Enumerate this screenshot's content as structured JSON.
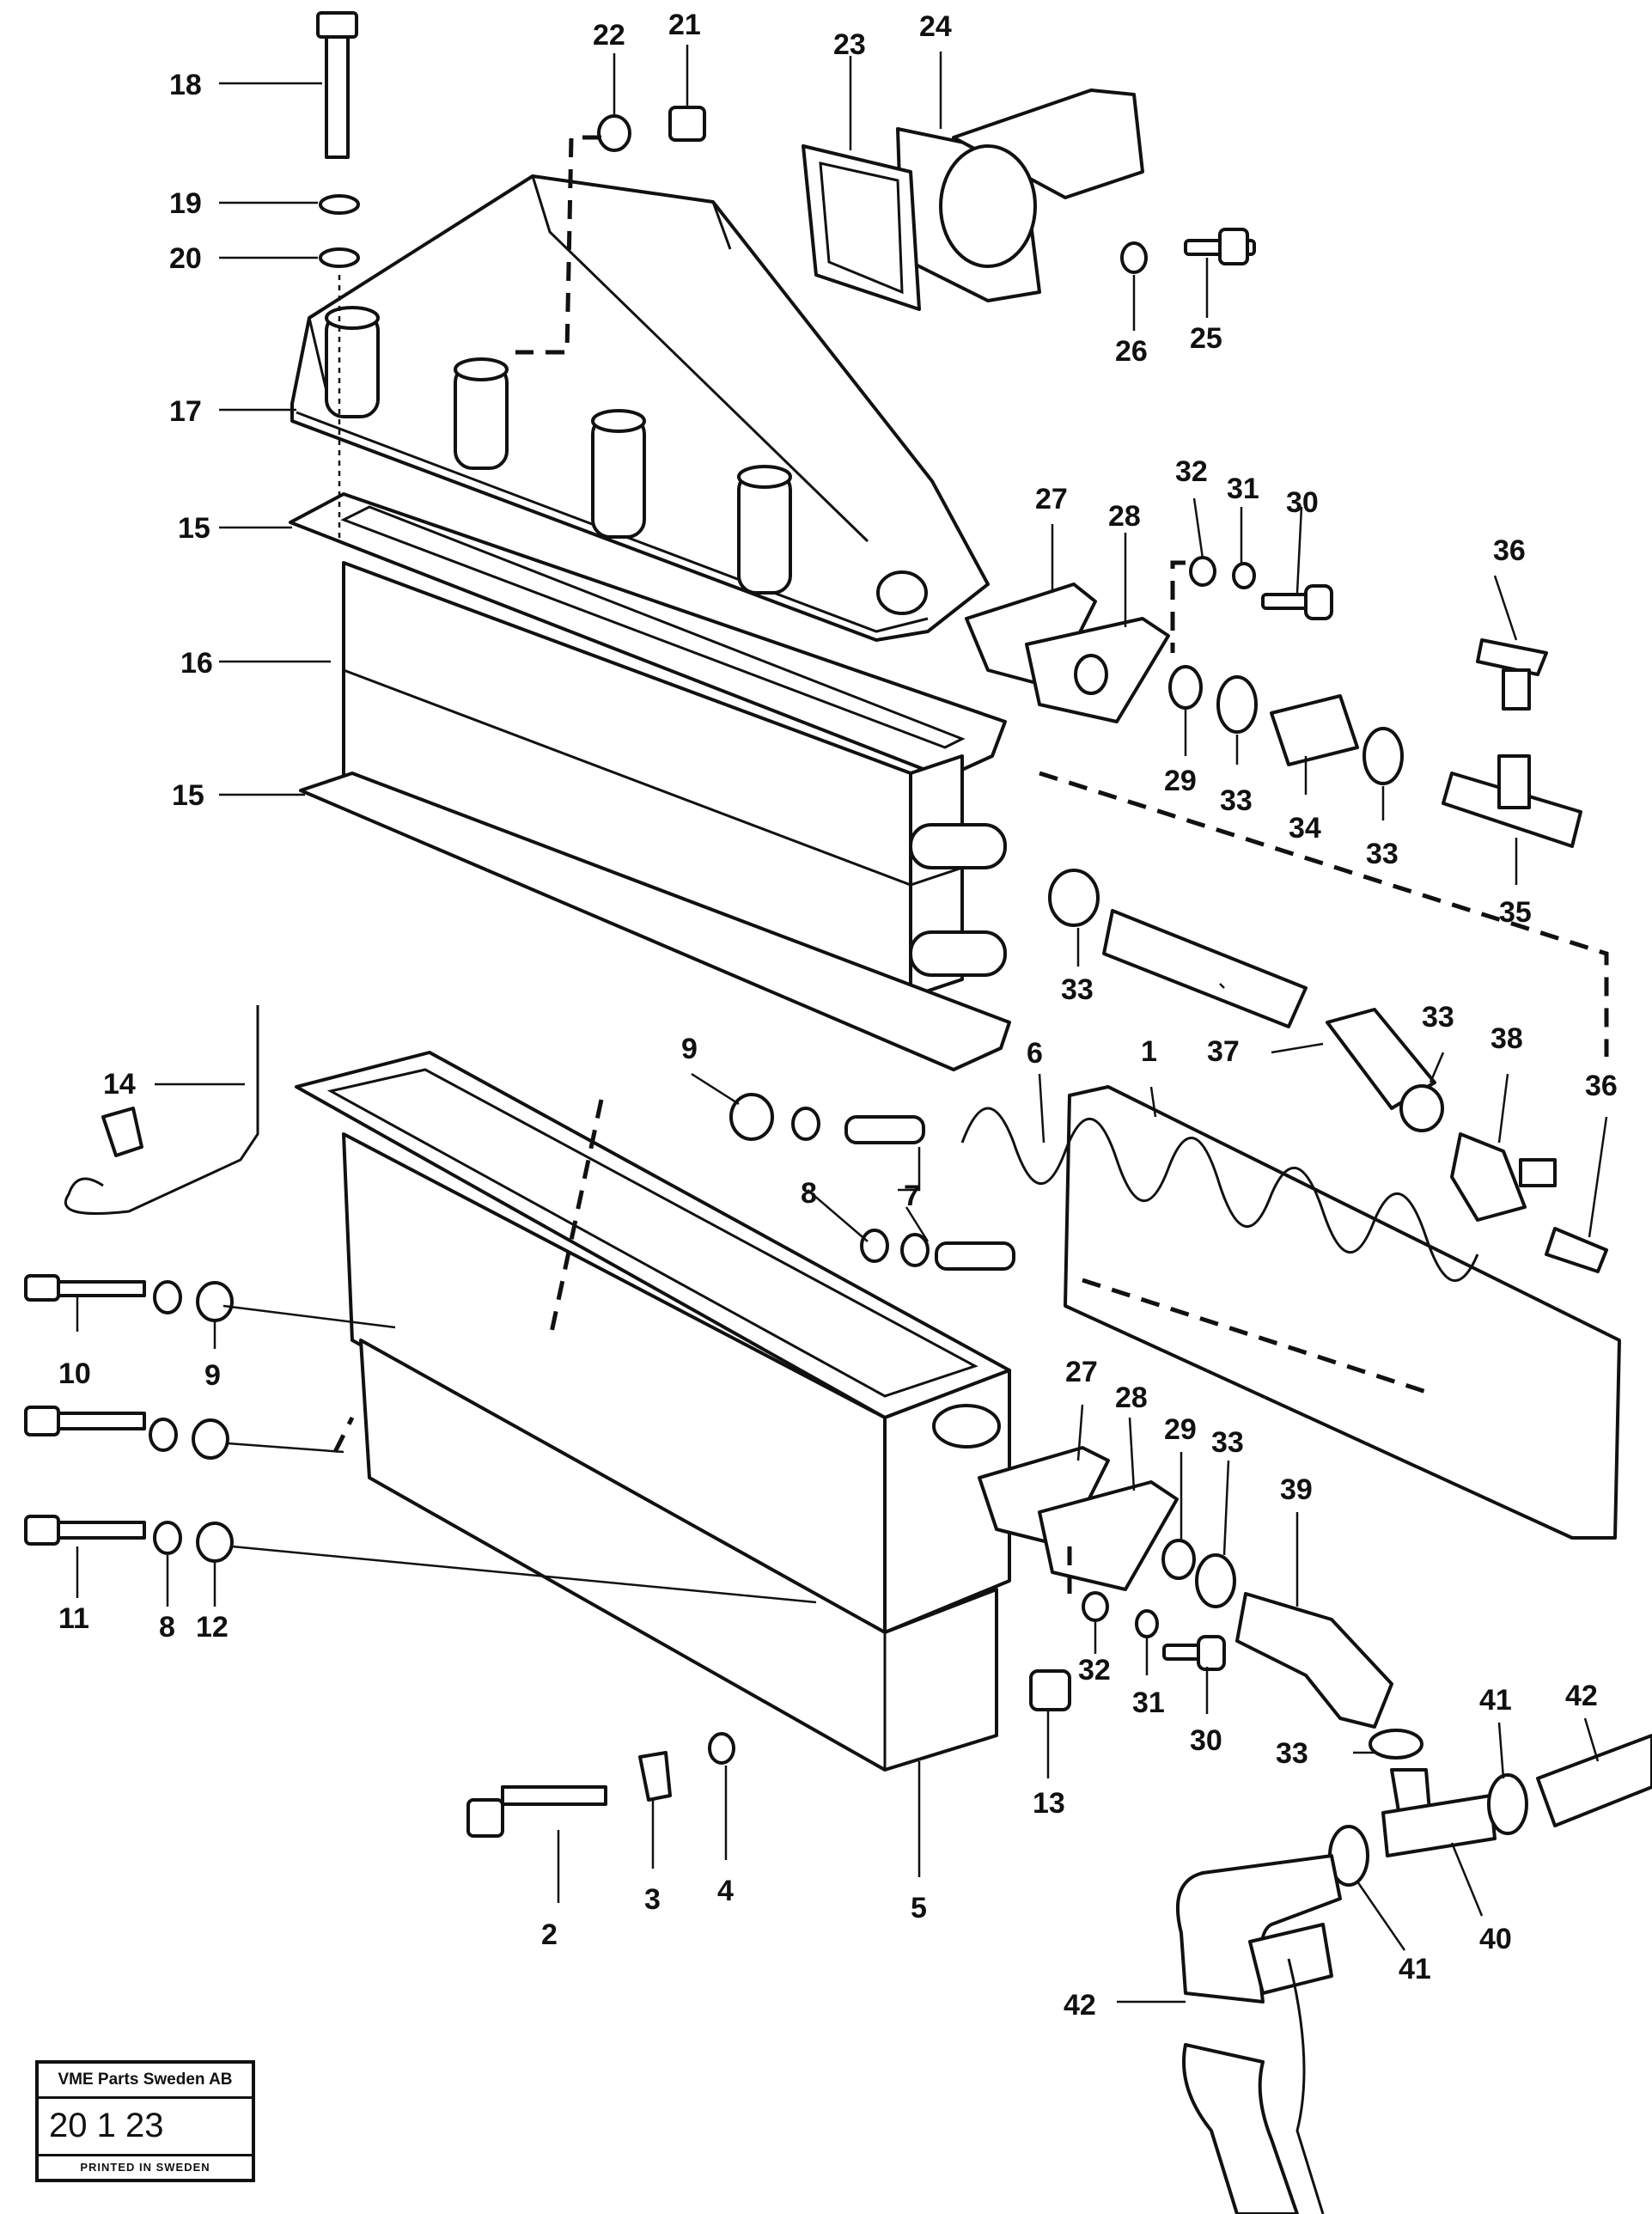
{
  "labels": {
    "l1": "1",
    "l2": "2",
    "l3": "3",
    "l4": "4",
    "l5": "5",
    "l6": "6",
    "l7": "7",
    "l8a": "8",
    "l8b": "8",
    "l9a": "9",
    "l9b": "9",
    "l10": "10",
    "l11": "11",
    "l12": "12",
    "l13": "13",
    "l14": "14",
    "l15a": "15",
    "l15b": "15",
    "l16": "16",
    "l17": "17",
    "l18": "18",
    "l19": "19",
    "l20": "20",
    "l21": "21",
    "l22": "22",
    "l23": "23",
    "l24": "24",
    "l25": "25",
    "l26": "26",
    "l27a": "27",
    "l27b": "27",
    "l28a": "28",
    "l28b": "28",
    "l29a": "29",
    "l29b": "29",
    "l30a": "30",
    "l30b": "30",
    "l31a": "31",
    "l31b": "31",
    "l32a": "32",
    "l32b": "32",
    "l33a": "33",
    "l33b": "33",
    "l33c": "33",
    "l33d": "33",
    "l33e": "33",
    "l33f": "33",
    "l34": "34",
    "l35": "35",
    "l36a": "36",
    "l36b": "36",
    "l37": "37",
    "l38": "38",
    "l39": "39",
    "l40": "40",
    "l41a": "41",
    "l41b": "41",
    "l42a": "42",
    "l42b": "42"
  },
  "footer": {
    "company": "VME Parts Sweden AB",
    "number": "20 1 23",
    "printed": "PRINTED IN SWEDEN"
  }
}
